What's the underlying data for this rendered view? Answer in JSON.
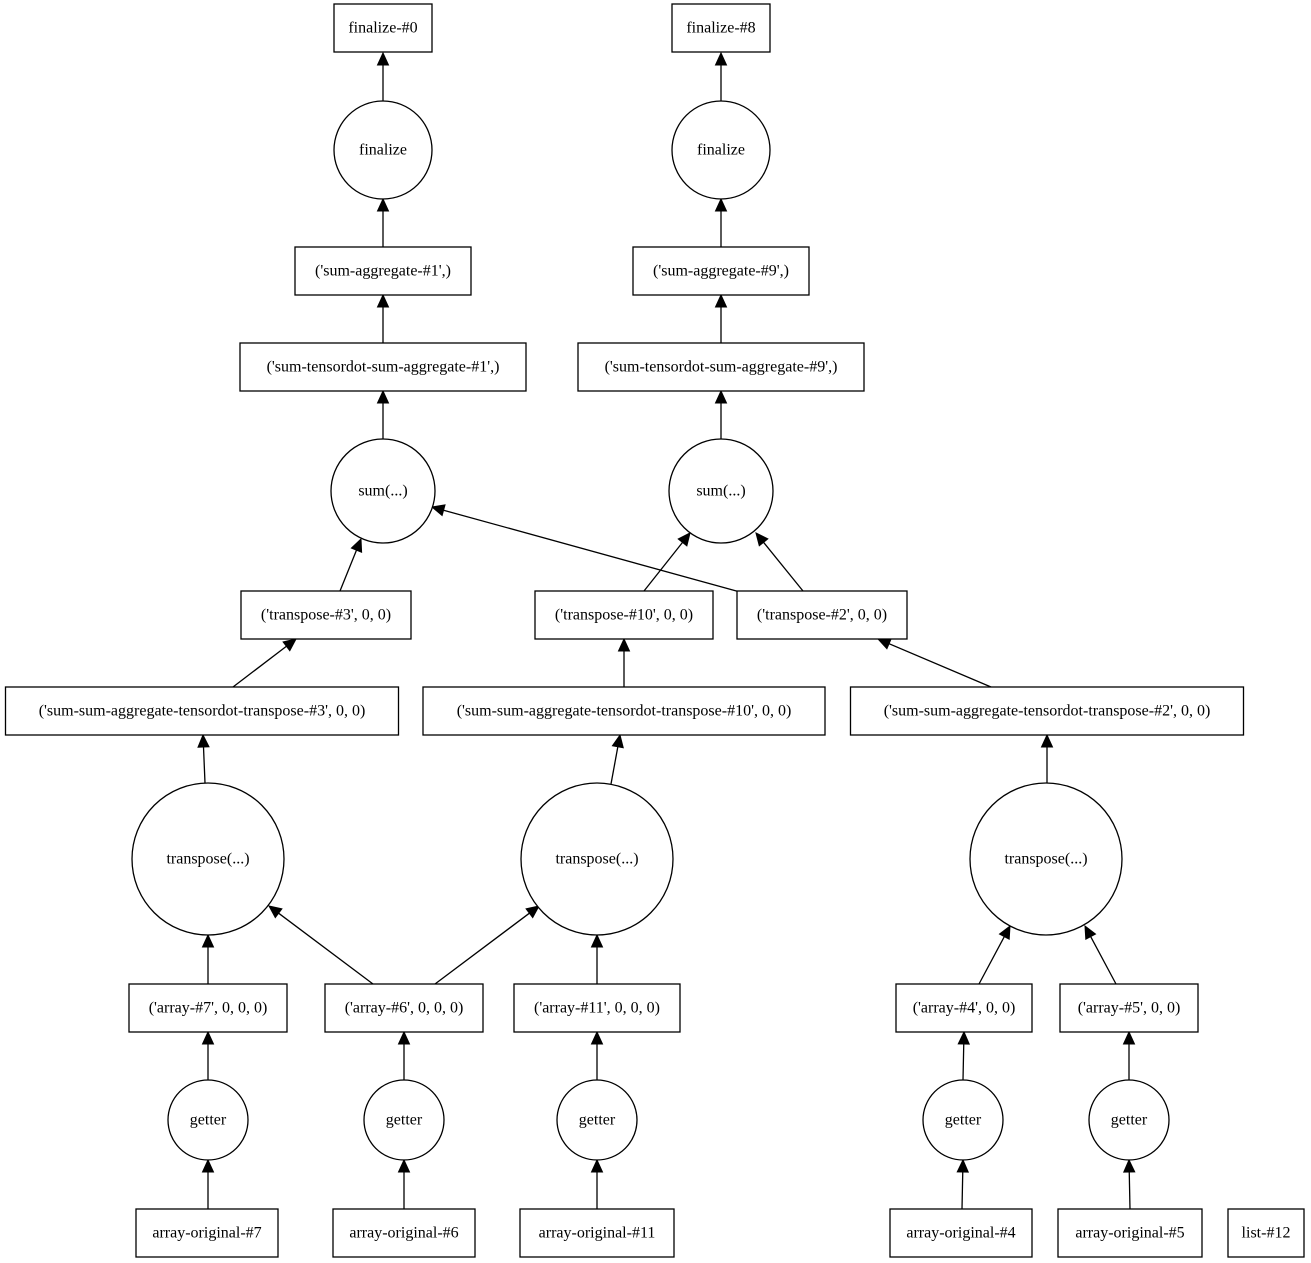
{
  "graph": {
    "nodes": [
      {
        "id": "finalize0",
        "label": "finalize-#0",
        "shape": "box"
      },
      {
        "id": "finalize8",
        "label": "finalize-#8",
        "shape": "box"
      },
      {
        "id": "fin_op_a",
        "label": "finalize",
        "shape": "circle"
      },
      {
        "id": "fin_op_b",
        "label": "finalize",
        "shape": "circle"
      },
      {
        "id": "sumagg1",
        "label": "('sum-aggregate-#1',)",
        "shape": "box"
      },
      {
        "id": "sumagg9",
        "label": "('sum-aggregate-#9',)",
        "shape": "box"
      },
      {
        "id": "sumtd1",
        "label": "('sum-tensordot-sum-aggregate-#1',)",
        "shape": "box"
      },
      {
        "id": "sumtd9",
        "label": "('sum-tensordot-sum-aggregate-#9',)",
        "shape": "box"
      },
      {
        "id": "sum_op_a",
        "label": "sum(...)",
        "shape": "circle"
      },
      {
        "id": "sum_op_b",
        "label": "sum(...)",
        "shape": "circle"
      },
      {
        "id": "tr3",
        "label": "('transpose-#3', 0, 0)",
        "shape": "box"
      },
      {
        "id": "tr10",
        "label": "('transpose-#10', 0, 0)",
        "shape": "box"
      },
      {
        "id": "tr2",
        "label": "('transpose-#2', 0, 0)",
        "shape": "box"
      },
      {
        "id": "sst3",
        "label": "('sum-sum-aggregate-tensordot-transpose-#3', 0, 0)",
        "shape": "box"
      },
      {
        "id": "sst10",
        "label": "('sum-sum-aggregate-tensordot-transpose-#10', 0, 0)",
        "shape": "box"
      },
      {
        "id": "sst2",
        "label": "('sum-sum-aggregate-tensordot-transpose-#2', 0, 0)",
        "shape": "box"
      },
      {
        "id": "tp_op_a",
        "label": "transpose(...)",
        "shape": "circle"
      },
      {
        "id": "tp_op_b",
        "label": "transpose(...)",
        "shape": "circle"
      },
      {
        "id": "tp_op_c",
        "label": "transpose(...)",
        "shape": "circle"
      },
      {
        "id": "arr7",
        "label": "('array-#7', 0, 0, 0)",
        "shape": "box"
      },
      {
        "id": "arr6",
        "label": "('array-#6', 0, 0, 0)",
        "shape": "box"
      },
      {
        "id": "arr11",
        "label": "('array-#11', 0, 0, 0)",
        "shape": "box"
      },
      {
        "id": "arr4",
        "label": "('array-#4', 0, 0)",
        "shape": "box"
      },
      {
        "id": "arr5",
        "label": "('array-#5', 0, 0)",
        "shape": "box"
      },
      {
        "id": "get_a",
        "label": "getter",
        "shape": "circle"
      },
      {
        "id": "get_b",
        "label": "getter",
        "shape": "circle"
      },
      {
        "id": "get_c",
        "label": "getter",
        "shape": "circle"
      },
      {
        "id": "get_d",
        "label": "getter",
        "shape": "circle"
      },
      {
        "id": "get_e",
        "label": "getter",
        "shape": "circle"
      },
      {
        "id": "orig7",
        "label": "array-original-#7",
        "shape": "box"
      },
      {
        "id": "orig6",
        "label": "array-original-#6",
        "shape": "box"
      },
      {
        "id": "orig11",
        "label": "array-original-#11",
        "shape": "box"
      },
      {
        "id": "orig4",
        "label": "array-original-#4",
        "shape": "box"
      },
      {
        "id": "orig5",
        "label": "array-original-#5",
        "shape": "box"
      },
      {
        "id": "list12",
        "label": "list-#12",
        "shape": "box"
      }
    ],
    "edges": [
      {
        "from": "fin_op_a",
        "to": "finalize0"
      },
      {
        "from": "fin_op_b",
        "to": "finalize8"
      },
      {
        "from": "sumagg1",
        "to": "fin_op_a"
      },
      {
        "from": "sumagg9",
        "to": "fin_op_b"
      },
      {
        "from": "sumtd1",
        "to": "sumagg1"
      },
      {
        "from": "sumtd9",
        "to": "sumagg9"
      },
      {
        "from": "sum_op_a",
        "to": "sumtd1"
      },
      {
        "from": "sum_op_b",
        "to": "sumtd9"
      },
      {
        "from": "tr3",
        "to": "sum_op_a"
      },
      {
        "from": "tr2",
        "to": "sum_op_a"
      },
      {
        "from": "tr10",
        "to": "sum_op_b"
      },
      {
        "from": "tr2",
        "to": "sum_op_b"
      },
      {
        "from": "sst3",
        "to": "tr3"
      },
      {
        "from": "sst10",
        "to": "tr10"
      },
      {
        "from": "sst2",
        "to": "tr2"
      },
      {
        "from": "tp_op_a",
        "to": "sst3"
      },
      {
        "from": "tp_op_b",
        "to": "sst10"
      },
      {
        "from": "tp_op_c",
        "to": "sst2"
      },
      {
        "from": "arr7",
        "to": "tp_op_a"
      },
      {
        "from": "arr6",
        "to": "tp_op_a"
      },
      {
        "from": "arr6",
        "to": "tp_op_b"
      },
      {
        "from": "arr11",
        "to": "tp_op_b"
      },
      {
        "from": "arr4",
        "to": "tp_op_c"
      },
      {
        "from": "arr5",
        "to": "tp_op_c"
      },
      {
        "from": "get_a",
        "to": "arr7"
      },
      {
        "from": "get_b",
        "to": "arr6"
      },
      {
        "from": "get_c",
        "to": "arr11"
      },
      {
        "from": "get_d",
        "to": "arr4"
      },
      {
        "from": "get_e",
        "to": "arr5"
      },
      {
        "from": "orig7",
        "to": "get_a"
      },
      {
        "from": "orig6",
        "to": "get_b"
      },
      {
        "from": "orig11",
        "to": "get_c"
      },
      {
        "from": "orig4",
        "to": "get_d"
      },
      {
        "from": "orig5",
        "to": "get_e"
      }
    ]
  }
}
